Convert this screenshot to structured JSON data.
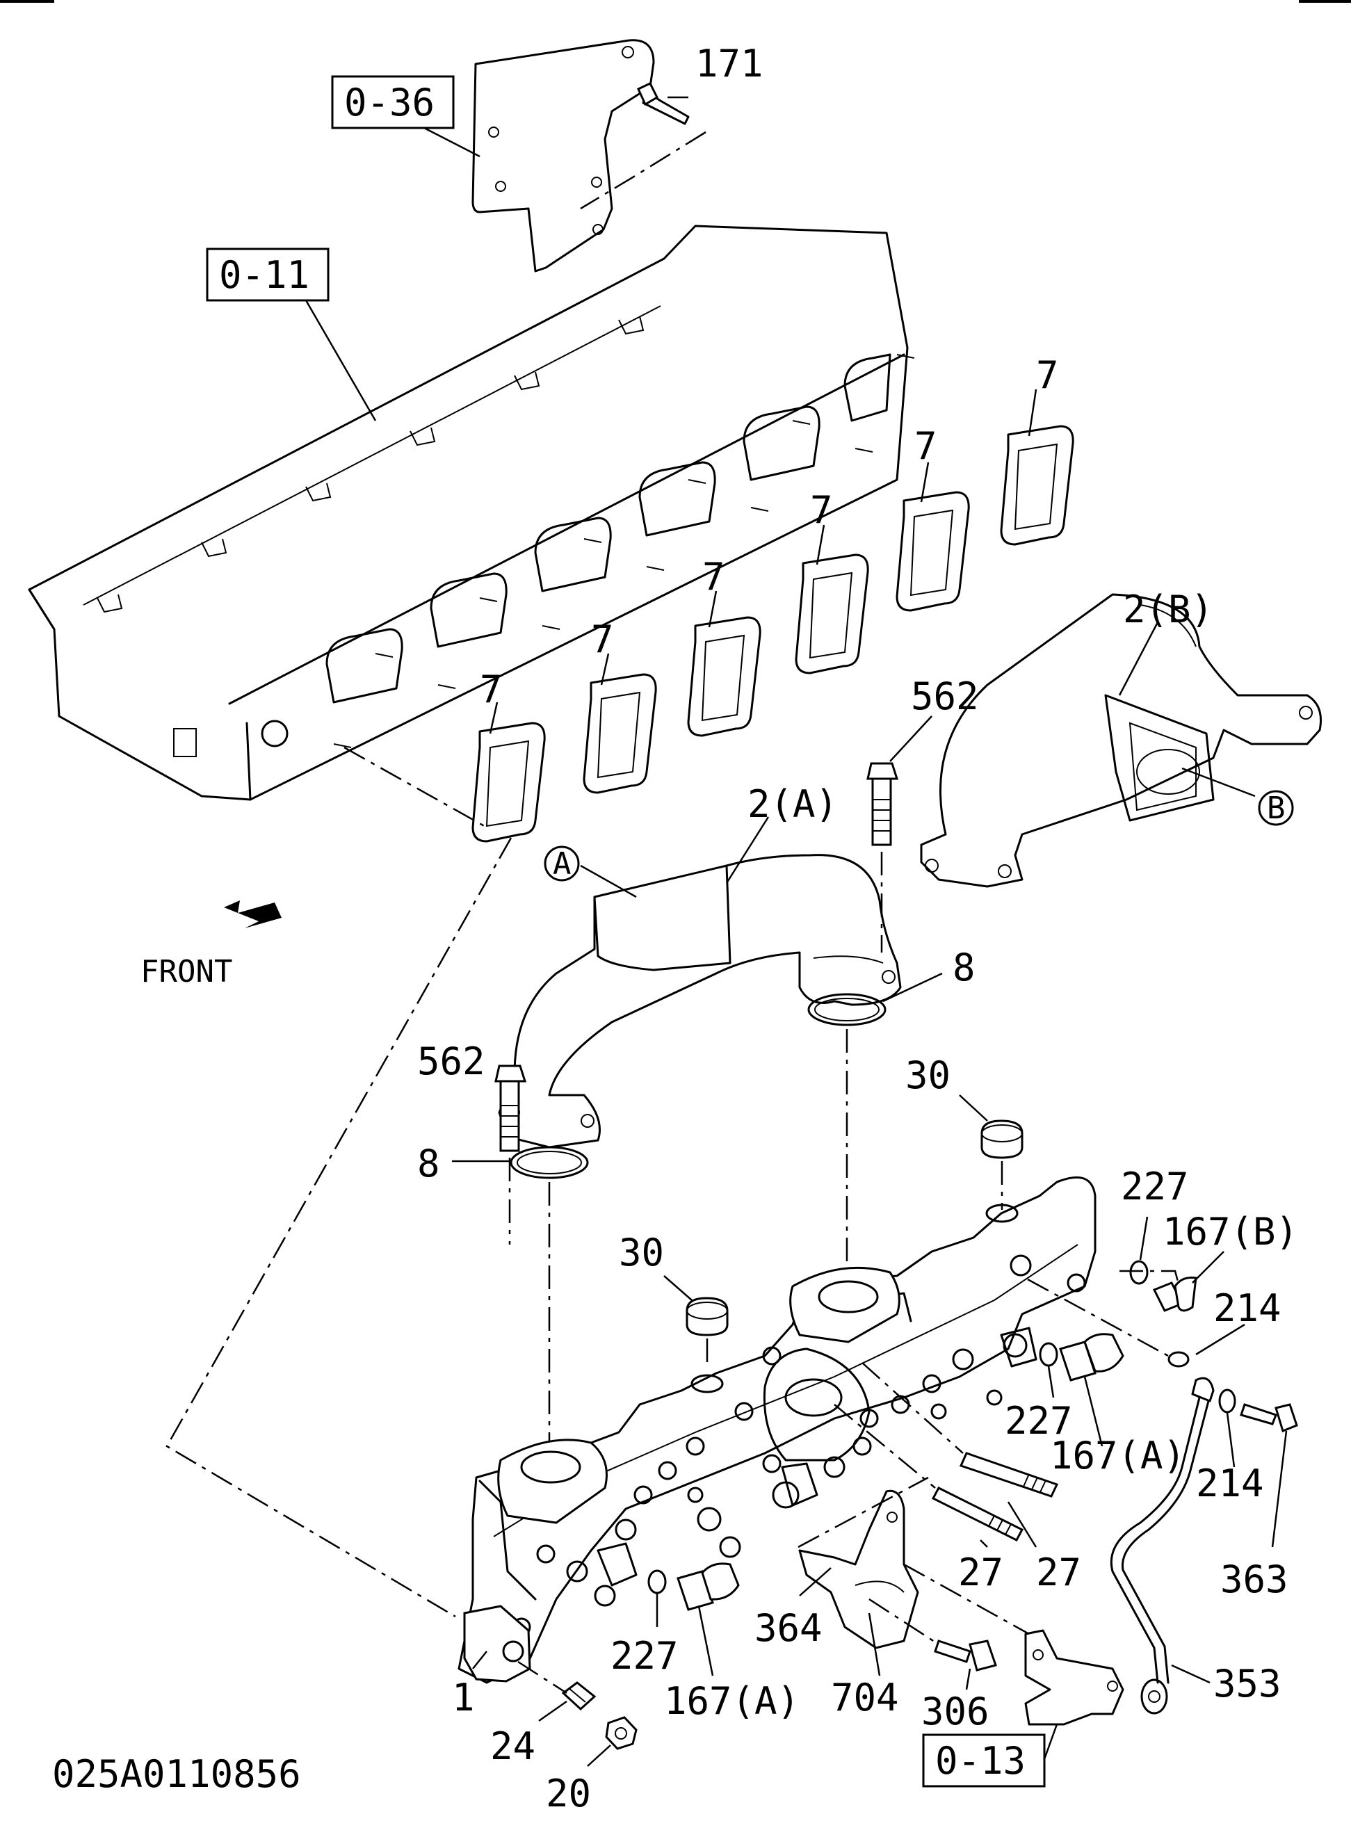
{
  "frame": {
    "front_label": "FRONT",
    "drawing_number": "025A0110856"
  },
  "references": {
    "ref_036": "0-36",
    "ref_011": "0-11",
    "ref_013": "0-13"
  },
  "callouts": {
    "c171": "171",
    "c7a": "7",
    "c7b": "7",
    "c7c": "7",
    "c7d": "7",
    "c7e": "7",
    "c7f": "7",
    "c2b": "2(B)",
    "c2a": "2(A)",
    "c562a": "562",
    "c562b": "562",
    "cB": "B",
    "cA": "A",
    "c8a": "8",
    "c8b": "8",
    "c30a": "30",
    "c30b": "30",
    "c227a": "227",
    "c167b": "167(B)",
    "c214a": "214",
    "c227b": "227",
    "c167a1": "167(A)",
    "c214b": "214",
    "c363": "363",
    "c27a": "27",
    "c27b": "27",
    "c227c": "227",
    "c364": "364",
    "c167a2": "167(A)",
    "c704": "704",
    "c306": "306",
    "c353": "353",
    "c1": "1",
    "c24": "24",
    "c20": "20"
  }
}
